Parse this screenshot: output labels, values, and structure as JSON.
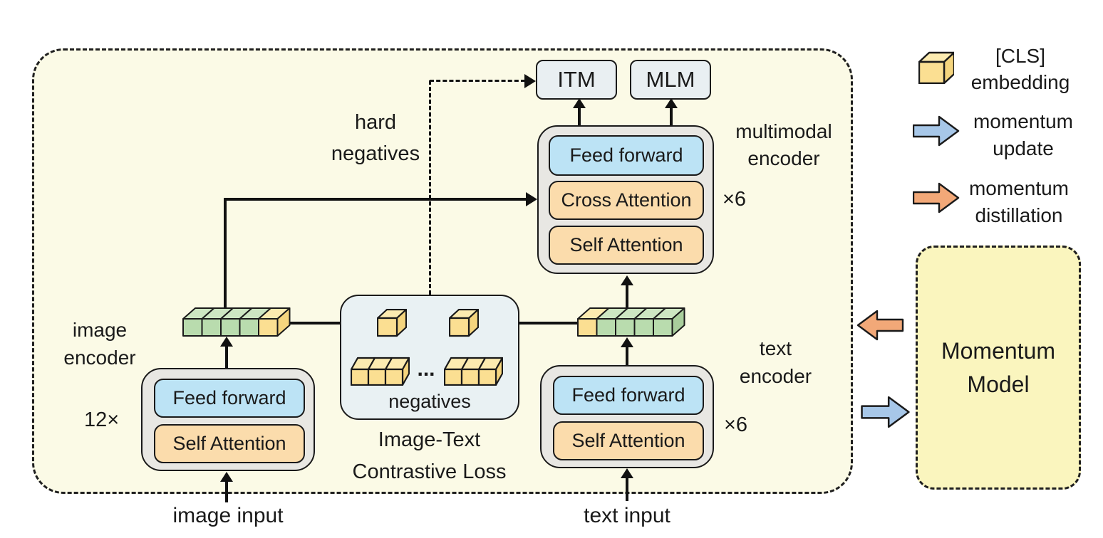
{
  "figure": {
    "heads": {
      "itm": "ITM",
      "mlm": "MLM"
    },
    "labels": {
      "hard_negatives": "hard\nnegatives",
      "multimodal_encoder": "multimodal\nencoder",
      "multimodal_multiplier": "×6",
      "image_encoder": "image\nencoder",
      "image_multiplier": "12×",
      "text_encoder": "text\nencoder",
      "text_multiplier": "×6",
      "image_input": "image input",
      "text_input": "text input"
    },
    "blocks": {
      "multimodal": [
        "Feed forward",
        "Cross Attention",
        "Self Attention"
      ],
      "image": [
        "Feed forward",
        "Self Attention"
      ],
      "text": [
        "Feed forward",
        "Self Attention"
      ]
    },
    "contrastive": {
      "negatives": "negatives",
      "ellipsis": "...",
      "caption": "Image-Text\nContrastive Loss"
    },
    "momentum_model": "Momentum\nModel",
    "legend": {
      "cls": "[CLS]\nembedding",
      "update": "momentum\nupdate",
      "distillation": "momentum\ndistillation"
    },
    "colors": {
      "diagram_background": "#FBFAE6",
      "feed_forward_block": "#BCE3F5",
      "attention_block": "#FBDCAC",
      "encoder_shell": "#E8E7E3",
      "head_box": "#E9EFF2",
      "contrastive_box": "#E9F1F3",
      "momentum_box": "#FAF5BE",
      "cube_yellow": "#FBDF92",
      "cube_green": "#B9DCAE",
      "momentum_update_arrow": "#A7C7E8",
      "momentum_distillation_arrow": "#F2A878"
    }
  }
}
